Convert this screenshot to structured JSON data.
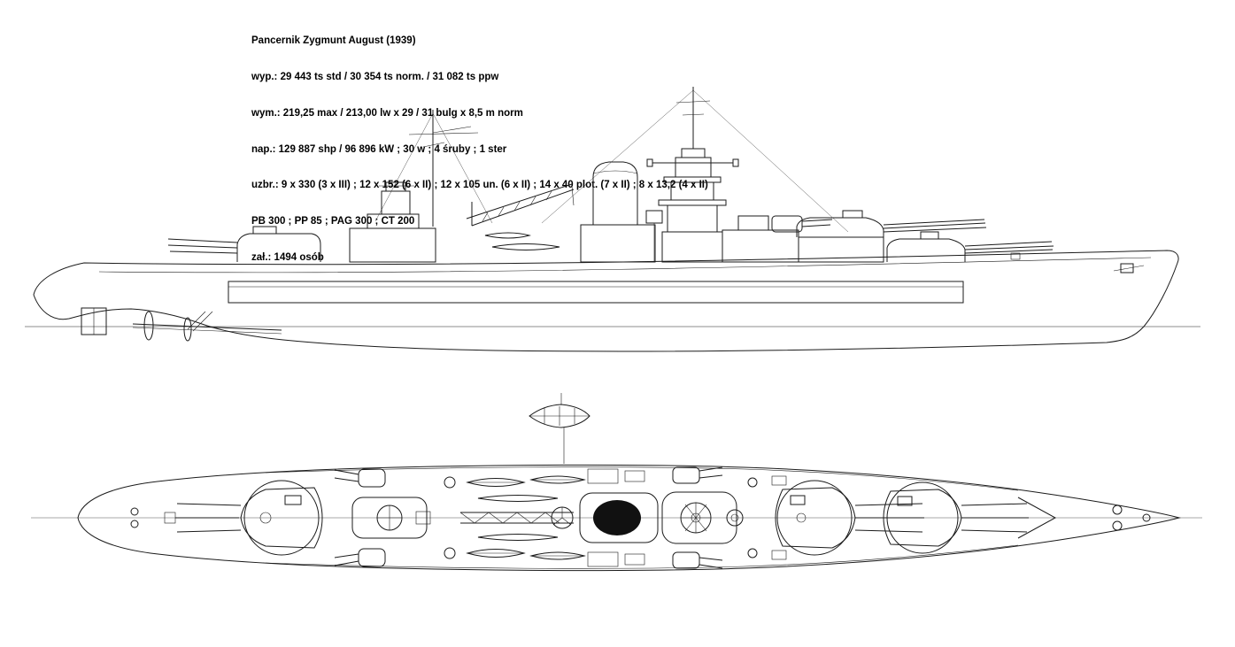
{
  "page": {
    "background": "#ffffff",
    "ink_color": "#1b1b1b",
    "funnel_fill": "#111111"
  },
  "spec": {
    "title": "Pancernik Zygmunt August (1939)",
    "lines": [
      "wyp.: 29 443 ts std / 30 354 ts norm. / 31 082 ts ppw",
      "wym.: 219,25 max / 213,00 lw x 29 / 31 bulg x 8,5 m norm",
      "nap.: 129 887 shp / 96 896 kW ; 30 w ; 4 śruby ; 1 ster",
      "uzbr.: 9 x 330 (3 x III) ; 12 x 152 (6 x II) ; 12 x 105 un. (6 x II) ; 14 x 40 plot. (7 x II) ; 8 x 13,2 (4 x II)",
      "PB 300 ; PP 85 ; PAG 300 ; CT 200",
      "zał.: 1494 osób"
    ]
  }
}
